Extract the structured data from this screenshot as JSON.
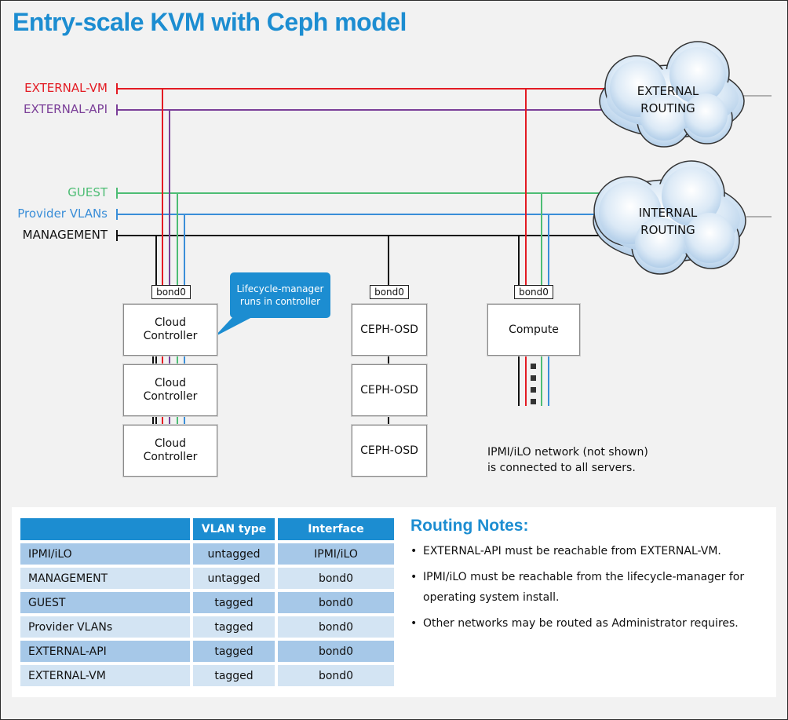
{
  "title": "Entry-scale KVM with Ceph model",
  "networks": [
    {
      "label": "EXTERNAL-VM",
      "color": "#e31b23"
    },
    {
      "label": "EXTERNAL-API",
      "color": "#7b3f98"
    },
    {
      "label": "GUEST",
      "color": "#4dbd74"
    },
    {
      "label": "Provider VLANs",
      "color": "#3a8ed8"
    },
    {
      "label": "MANAGEMENT",
      "color": "#111111"
    }
  ],
  "clouds": {
    "external": "EXTERNAL\nROUTING",
    "internal": "INTERNAL\nROUTING"
  },
  "bond_label": "bond0",
  "controllers": [
    "Cloud\nController",
    "Cloud\nController",
    "Cloud\nController"
  ],
  "ceph_nodes": [
    "CEPH-OSD",
    "CEPH-OSD",
    "CEPH-OSD"
  ],
  "compute": "Compute",
  "callout": "Lifecycle-manager\nruns in controller",
  "ipmi_note": "IPMI/iLO network (not shown)\nis connected to all servers.",
  "table": {
    "headers": [
      "",
      "VLAN type",
      "Interface"
    ],
    "rows": [
      [
        "IPMI/iLO",
        "untagged",
        "IPMI/iLO"
      ],
      [
        "MANAGEMENT",
        "untagged",
        "bond0"
      ],
      [
        "GUEST",
        "tagged",
        "bond0"
      ],
      [
        "Provider VLANs",
        "tagged",
        "bond0"
      ],
      [
        "EXTERNAL-API",
        "tagged",
        "bond0"
      ],
      [
        "EXTERNAL-VM",
        "tagged",
        "bond0"
      ]
    ]
  },
  "routing_notes": {
    "title": "Routing Notes:",
    "items": [
      "EXTERNAL-API must be reachable from EXTERNAL-VM.",
      "IPMI/iLO must be reachable from the lifecycle-manager for operating system install.",
      "Other networks may be routed as Administrator requires."
    ]
  }
}
